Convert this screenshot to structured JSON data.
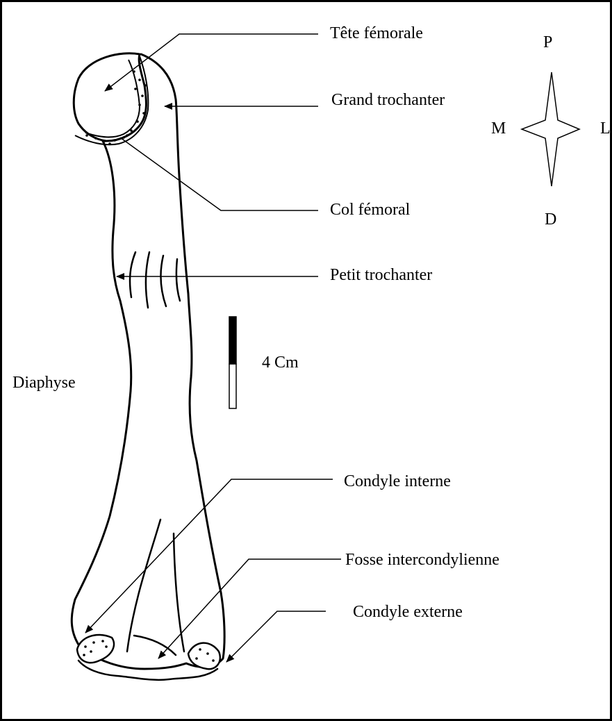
{
  "labels": {
    "femoral_head": "Tête fémorale",
    "greater_trochanter": "Grand trochanter",
    "femoral_neck": "Col fémoral",
    "lesser_trochanter": "Petit trochanter",
    "diaphysis": "Diaphyse",
    "medial_condyle": "Condyle interne",
    "intercondylar_fossa": "Fosse intercondylienne",
    "lateral_condyle": "Condyle externe"
  },
  "compass": {
    "proximal": "P",
    "distal": "D",
    "medial": "M",
    "lateral": "L"
  },
  "scale_bar": {
    "label": "4 Cm"
  }
}
